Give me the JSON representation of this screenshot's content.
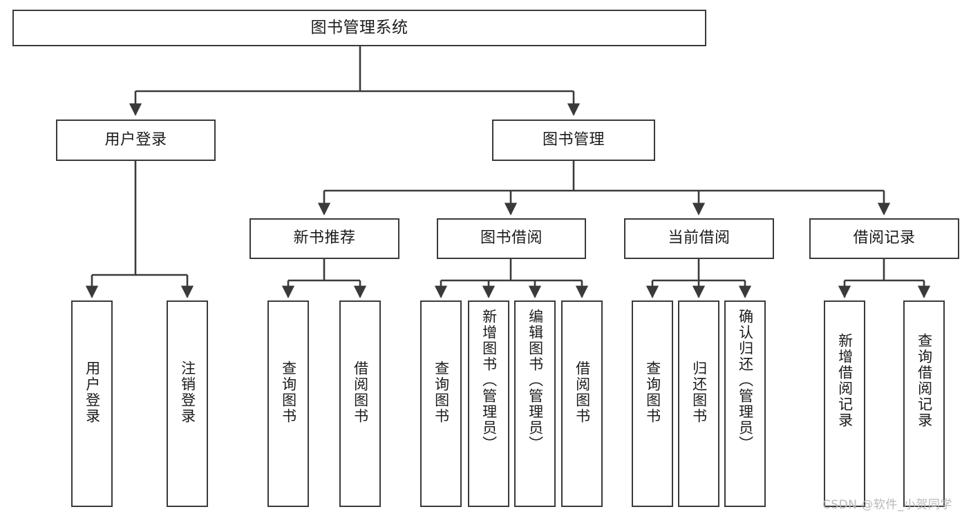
{
  "diagram": {
    "title": "图书管理系统",
    "type": "hierarchy-tree",
    "root": {
      "id": "root",
      "label": "图书管理系统"
    },
    "level2": [
      {
        "id": "user-login",
        "label": "用户登录"
      },
      {
        "id": "book-manage",
        "label": "图书管理"
      }
    ],
    "level3": [
      {
        "id": "new-book-recommend",
        "label": "新书推荐"
      },
      {
        "id": "book-borrow",
        "label": "图书借阅"
      },
      {
        "id": "current-borrow",
        "label": "当前借阅"
      },
      {
        "id": "borrow-record",
        "label": "借阅记录"
      }
    ],
    "leaves": {
      "user_login": [
        {
          "id": "leaf-user-login",
          "label": "用户登录"
        },
        {
          "id": "leaf-logout",
          "label": "注销登录"
        }
      ],
      "new_book_recommend": [
        {
          "id": "leaf-query-book-1",
          "label": "查询图书"
        },
        {
          "id": "leaf-borrow-book-1",
          "label": "借阅图书"
        }
      ],
      "book_borrow": [
        {
          "id": "leaf-query-book-2",
          "label": "查询图书"
        },
        {
          "id": "leaf-add-book",
          "label": "新增图书（管理员）"
        },
        {
          "id": "leaf-edit-book",
          "label": "编辑图书（管理员）"
        },
        {
          "id": "leaf-borrow-book-2",
          "label": "借阅图书"
        }
      ],
      "current_borrow": [
        {
          "id": "leaf-query-book-3",
          "label": "查询图书"
        },
        {
          "id": "leaf-return-book",
          "label": "归还图书"
        },
        {
          "id": "leaf-confirm-return",
          "label": "确认归还（管理员）"
        }
      ],
      "borrow_record": [
        {
          "id": "leaf-add-record",
          "label": "新增借阅记录"
        },
        {
          "id": "leaf-query-record",
          "label": "查询借阅记录"
        }
      ]
    },
    "colors": {
      "stroke": "#3a3a3a",
      "fill": "#ffffff",
      "text": "#1b1b1b",
      "watermark": "#b9b9b9"
    }
  },
  "watermark": {
    "text": "CSDN @软件_小贺同学"
  }
}
